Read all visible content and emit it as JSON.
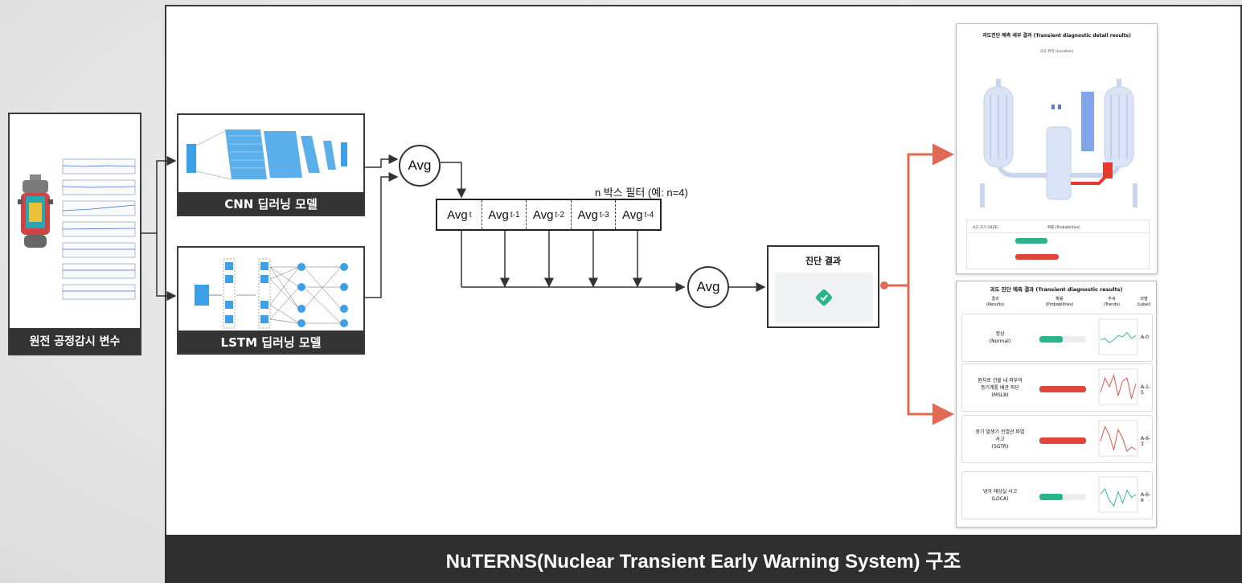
{
  "left_panel": {
    "caption": "원전 공정감시 변수"
  },
  "cnn": {
    "caption": "CNN 딥러닝 모델"
  },
  "lstm": {
    "caption": "LSTM 딥러닝 모델"
  },
  "avg_label": "Avg",
  "nbox": {
    "title": "n 박스 필터 (예: n=4)",
    "cells": [
      {
        "text": "Avg",
        "sub": "t"
      },
      {
        "text": "Avg",
        "sub": "t-1"
      },
      {
        "text": "Avg",
        "sub": "t-2"
      },
      {
        "text": "Avg",
        "sub": "t-3"
      },
      {
        "text": "Avg",
        "sub": "t-4"
      }
    ]
  },
  "diagnosis": {
    "title": "진단 결과"
  },
  "detail_panel": {
    "title": "과도진단 예측 세부 결과 (Transient diagnostic detail results)",
    "location_label": "사고 위치 (Location)",
    "table_col1": "사고 크기 (SIZE)",
    "table_col2": "확률 (Probabilities)"
  },
  "results_panel": {
    "title": "과도 진단 예측 결과 (Transient diagnostic results)",
    "headers": {
      "results": [
        "결과",
        "(Results)"
      ],
      "probabilities": [
        "확률",
        "(Probabilities)"
      ],
      "trends": [
        "추세",
        "(Trends)"
      ],
      "label": [
        "라벨",
        "(Label)"
      ]
    },
    "rows": [
      {
        "result": [
          "정상",
          "(Normal)"
        ],
        "label": "A-0",
        "color": "#2bb38a"
      },
      {
        "result": [
          "원자로 건물 내 외부의",
          "증기계통 배관 파단",
          "(MSLB)"
        ],
        "label": "A-1-5",
        "color": "#e0463a"
      },
      {
        "result": [
          "증기 발생기 전열관 파열",
          "사고",
          "(SGTR)"
        ],
        "label": "A-6-3",
        "color": "#e0463a"
      },
      {
        "result": [
          "냉각 재상실 사고",
          "(LOCA)"
        ],
        "label": "A-6-6",
        "color": "#2bb38a"
      }
    ]
  },
  "footer": {
    "title": "NuTERNS(Nuclear Transient Early Warning System) 구조"
  }
}
